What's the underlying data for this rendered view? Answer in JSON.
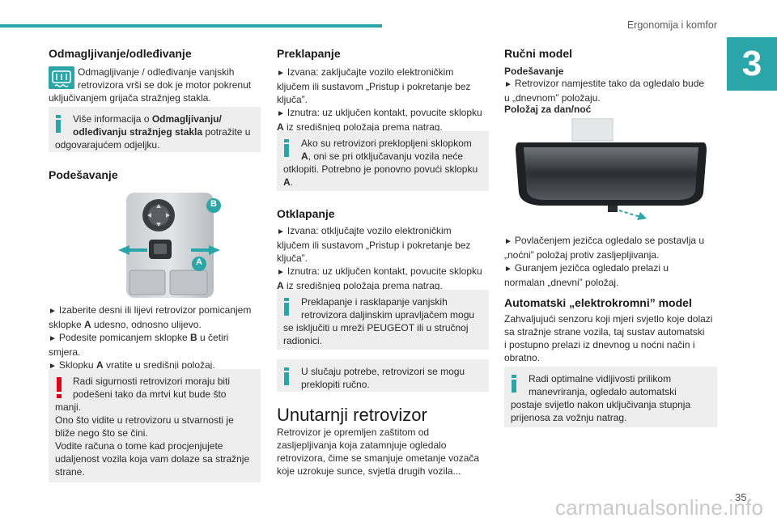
{
  "header": {
    "section_title": "Ergonomija i komfor",
    "chapter_number": "3",
    "page_number": "35",
    "watermark": "carmanualsonline.info"
  },
  "colors": {
    "accent": "#2aa6a8",
    "warning": "#e2001a",
    "box_bg": "#eeeeee"
  },
  "col1": {
    "defrost_heading": "Odmagljivanje/odleđivanje",
    "defrost_icon": "rear-defrost-icon",
    "defrost_line1": "Odmagljivanje / odleđivanje vanjskih",
    "defrost_line2": "retrovizora vrši se dok je motor pokrenut",
    "defrost_line3": "uključivanjem grijača stražnjeg stakla.",
    "info1_line1_a": "Više informacija o ",
    "info1_line1_b": "Odmagljivanju/",
    "info1_line2_a": "odleđivanju stražnjeg stakla",
    "info1_line2_b": " potražite u",
    "info1_line3": "odgovarajućem odjeljku.",
    "adjust_heading": "Podešavanje",
    "label_b": "B",
    "label_a": "A",
    "step1_line1": "Izaberite desni ili lijevi retrovizor pomicanjem",
    "step1_line2_a": "sklopke ",
    "step1_line2_b": "A",
    "step1_line2_c": " udesno, odnosno ulijevo.",
    "step2_line1_a": "Podesite pomicanjem sklopke ",
    "step2_line1_b": "B",
    "step2_line1_c": " u četiri",
    "step2_line2": "smjera.",
    "step3_line1_a": "Sklopku ",
    "step3_line1_b": "A",
    "step3_line1_c": " vratite u središnji položaj.",
    "warn_lines": [
      "Radi sigurnosti retrovizori moraju biti",
      "podešeni tako da mrtvi kut bude što",
      "manji.",
      "Ono što vidite u retrovizoru u stvarnosti je",
      "bliže nego što se čini.",
      "Vodite računa o tome kad procjenjujete",
      "udaljenost vozila koja vam dolaze sa stražnje",
      "strane."
    ]
  },
  "col2": {
    "fold_heading": "Preklapanje",
    "fold_lines": [
      "Izvana: zaključajte vozilo elektroničkim",
      "ključem ili sustavom „Pristup i pokretanje bez",
      "ključa”.",
      "Iznutra: uz uključen kontakt, povucite sklopku",
      "iz središnjeg položaja prema natrag."
    ],
    "letter_a": "A",
    "info_fold_lines": [
      "Ako su retrovizori preklopljeni sklopkom",
      ", oni se pri otključavanju vozila neće",
      "otklopiti. Potrebno je ponovno povući sklopku",
      "."
    ],
    "unfold_heading": "Otklapanje",
    "unfold_lines": [
      "Izvana: otključajte vozilo elektroničkim",
      "ključem ili sustavom „Pristup i pokretanje bez",
      "ključa”.",
      "Iznutra: uz uključen kontakt, povucite sklopku",
      "iz središnjeg položaja prema natrag."
    ],
    "info_remote_lines": [
      "Preklapanje i rasklapanje vanjskih",
      "retrovizora daljinskim upravljačem mogu",
      "se isključiti u mreži PEUGEOT ili u stručnoj",
      "radionici."
    ],
    "info_manual_lines": [
      "U slučaju potrebe, retrovizori se mogu",
      "preklopiti ručno."
    ],
    "interior_heading": "Unutarnji retrovizor",
    "interior_lines": [
      "Retrovizor je opremljen zaštitom od",
      "zasljepljivanja koja zatamnjuje ogledalo",
      "retrovizora, čime se smanjuje ometanje vozača",
      "koje uzrokuje sunce, svjetla drugih vozila..."
    ]
  },
  "col3": {
    "manual_heading": "Ručni model",
    "sub_adjust": "Podešavanje",
    "adjust_lines": [
      "Retrovizor namjestite tako da ogledalo bude",
      "u „dnevnom” položaju."
    ],
    "sub_daynight": "Položaj za dan/noć",
    "tab_lines": [
      "Povlačenjem jezičca ogledalo se postavlja u",
      "„noćni” položaj protiv zasljepljivanja.",
      "Guranjem jezičca ogledalo prelazi u",
      "normalan „dnevni” položaj."
    ],
    "auto_heading": "Automatski „elektrokromni” model",
    "auto_lines": [
      "Zahvaljujući senzoru koji mjeri svjetlo koje dolazi",
      "sa stražnje strane vozila, taj sustav automatski",
      "i postupno prelazi iz dnevnog u noćni način i",
      "obratno."
    ],
    "info_auto_lines": [
      "Radi optimalne vidljivosti prilikom",
      "manevriranja, ogledalo automatski",
      "postaje svijetlo nakon uključivanja stupnja",
      "prijenosa za vožnju natrag."
    ]
  }
}
